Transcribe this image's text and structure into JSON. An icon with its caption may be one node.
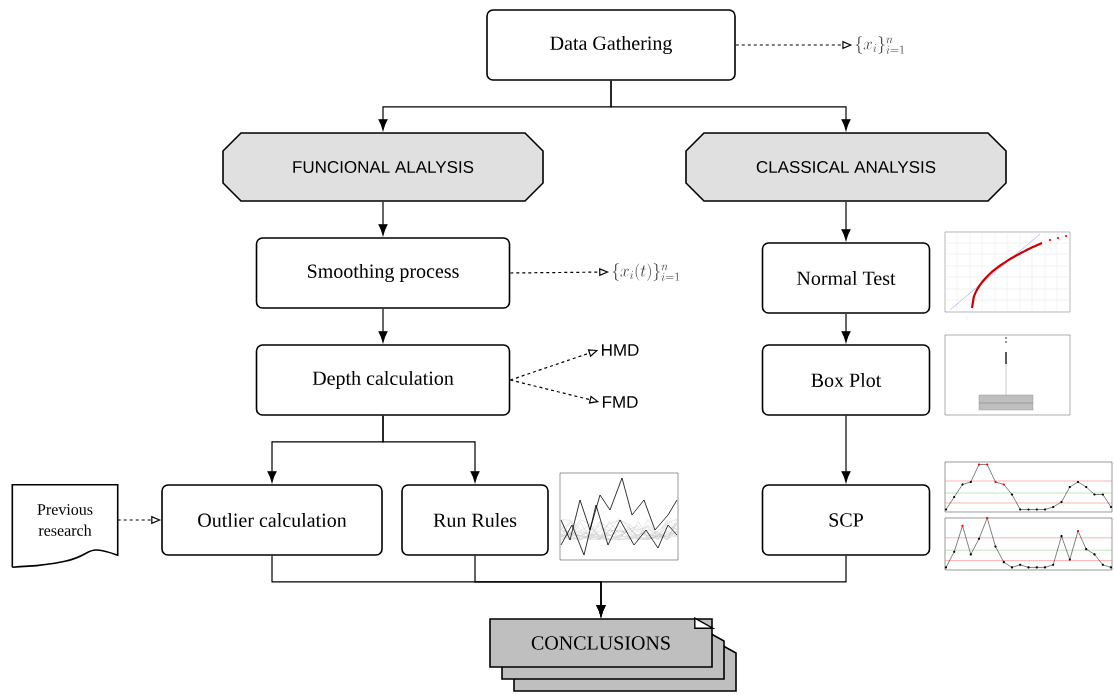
{
  "diagram": {
    "nodes": [
      {
        "text": [
          "Data Gathering"
        ]
      },
      {
        "text": [
          "\\{x_i\\}_{i=1}^{n}"
        ]
      },
      {
        "text": [
          "FUNCIONAL ALALYSIS"
        ]
      },
      {
        "text": [
          "CLASSICAL ANALYSIS"
        ]
      },
      {
        "text": [
          "Smoothing process"
        ]
      },
      {
        "text": [
          "\\{x_i(t)\\}_{i=1}^{n}"
        ]
      },
      {
        "text": [
          "Normal Test"
        ]
      },
      {
        "text": [
          "Depth calculation"
        ]
      },
      {
        "text": [
          "HMD"
        ]
      },
      {
        "text": [
          "FMD"
        ]
      },
      {
        "text": [
          "Box Plot"
        ]
      },
      {
        "text": [
          "Previous research"
        ]
      },
      {
        "text": [
          "Outlier calculation"
        ]
      },
      {
        "text": [
          "Run Rules"
        ]
      },
      {
        "text": [
          "SCP"
        ]
      },
      {
        "text": [
          "CONCLUSIONS"
        ]
      }
    ],
    "edges": [
      {
        "from": 0,
        "to": 1,
        "arrow": "to",
        "style": "dashed"
      },
      {
        "from": 0,
        "to": 2,
        "arrow": "to"
      },
      {
        "from": 0,
        "to": 3,
        "arrow": "to"
      },
      {
        "from": 2,
        "to": 4,
        "arrow": "to"
      },
      {
        "from": 4,
        "to": 5,
        "arrow": "to",
        "style": "dashed"
      },
      {
        "from": 4,
        "to": 7,
        "arrow": "to"
      },
      {
        "from": 7,
        "to": 8,
        "arrow": "to",
        "style": "dashed"
      },
      {
        "from": 7,
        "to": 9,
        "arrow": "to",
        "style": "dashed"
      },
      {
        "from": 7,
        "to": 12,
        "arrow": "to"
      },
      {
        "from": 7,
        "to": 13,
        "arrow": "to"
      },
      {
        "from": 11,
        "to": 12,
        "arrow": "to",
        "style": "dashed"
      },
      {
        "from": 3,
        "to": 6,
        "arrow": "to"
      },
      {
        "from": 6,
        "to": 10,
        "arrow": "to"
      },
      {
        "from": 10,
        "to": 14,
        "arrow": "to"
      },
      {
        "from": 12,
        "to": 15,
        "arrow": "to"
      },
      {
        "from": 13,
        "to": 15,
        "arrow": "to"
      },
      {
        "from": 14,
        "to": 15,
        "arrow": "to"
      }
    ]
  }
}
